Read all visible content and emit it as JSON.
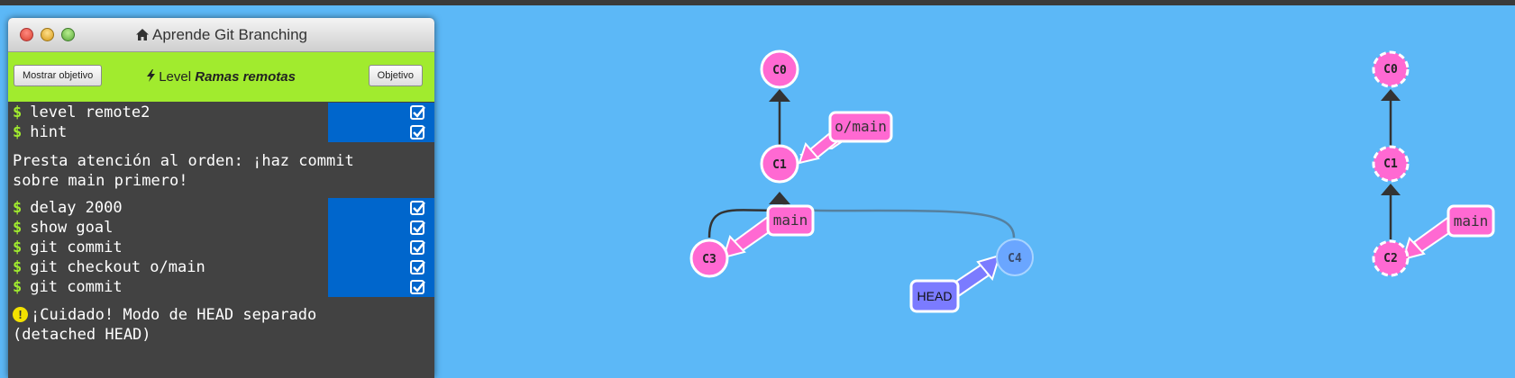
{
  "window": {
    "title": "Aprende Git Branching",
    "home_icon": "home-icon"
  },
  "toolbar": {
    "goal_button": "Mostrar objetivo",
    "level_prefix": "Level",
    "level_name": "Ramas remotas",
    "objective_button": "Objetivo",
    "level_icon": "bolt-icon"
  },
  "console": {
    "prompt": "$",
    "commands_a": [
      "level remote2",
      "hint"
    ],
    "hint": "Presta atención al orden: ¡haz commit\nsobre main primero!",
    "commands_b": [
      "delay 2000",
      "show goal",
      "git commit",
      "git checkout o/main",
      "git commit"
    ],
    "warning_icon": "!",
    "warning": "¡Cuidado! Modo de HEAD separado\n(detached HEAD)"
  },
  "main_tree": {
    "commits": [
      "C0",
      "C1",
      "C3",
      "C4"
    ],
    "branches": [
      "o/main",
      "main"
    ],
    "head": "HEAD"
  },
  "goal_tree": {
    "commits": [
      "C0",
      "C1",
      "C2"
    ],
    "branches": [
      "main"
    ]
  },
  "colors": {
    "background": "#5cb8f7",
    "commit_fill": "#ff69d2",
    "commit_inactive": "#6aa6ff",
    "branch_arrow": "#ff69d2",
    "head_arrow": "#7b7bff",
    "prompt": "#a1eb2e",
    "toolbar": "#a1eb2e",
    "command_highlight": "#0066cc"
  }
}
